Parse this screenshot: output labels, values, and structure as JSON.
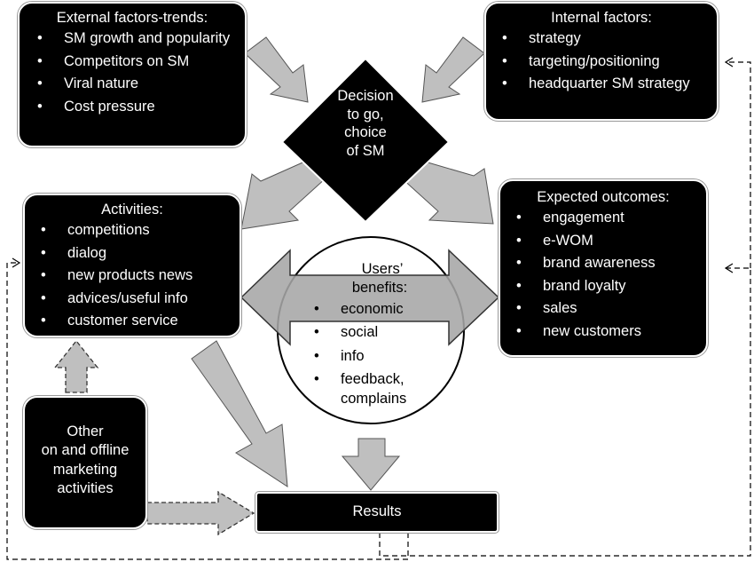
{
  "external": {
    "title": "External factors-trends:",
    "items": [
      {
        "label": "SM growth and popularity"
      },
      {
        "label": "Competitors on SM"
      },
      {
        "label": "Viral nature"
      },
      {
        "label": "Cost pressure"
      }
    ]
  },
  "internal": {
    "title": "Internal factors:",
    "items": [
      {
        "label": "strategy"
      },
      {
        "label": "targeting/positioning"
      },
      {
        "label": "headquarter SM strategy"
      }
    ]
  },
  "decision": {
    "lines": [
      "Decision",
      "to go,",
      "choice",
      "of SM"
    ]
  },
  "activities": {
    "title": "Activities:",
    "items": [
      {
        "label": "competitions"
      },
      {
        "label": "dialog"
      },
      {
        "label": "new products news"
      },
      {
        "label": "advices/useful info"
      },
      {
        "label": "customer service"
      }
    ]
  },
  "outcomes": {
    "title": "Expected outcomes:",
    "items": [
      {
        "label": "engagement"
      },
      {
        "label": "e-WOM"
      },
      {
        "label": "brand awareness"
      },
      {
        "label": "brand loyalty"
      },
      {
        "label": "sales"
      },
      {
        "label": "new customers"
      }
    ]
  },
  "users": {
    "title_line1": "Users’",
    "title_line2": "benefits:",
    "items": [
      {
        "label": "economic"
      },
      {
        "label": "social"
      },
      {
        "label": "info"
      },
      {
        "label": "feedback, complains"
      }
    ]
  },
  "other": {
    "lines": [
      "Other",
      "on and offline",
      "marketing",
      "activities"
    ]
  },
  "results": {
    "label": "Results"
  },
  "colors": {
    "box_fill": "#000000",
    "arrow_fill": "#bfbfbf",
    "double_arrow_fill": "#a6a6a6",
    "text_on_dark": "#ffffff"
  }
}
